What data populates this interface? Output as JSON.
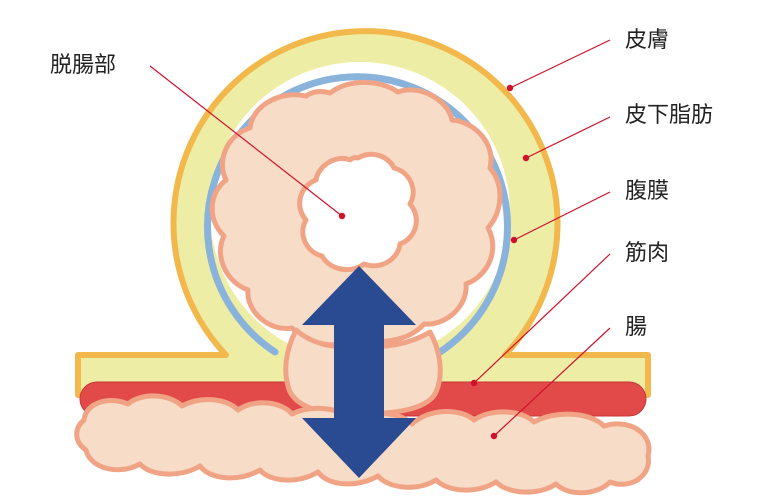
{
  "diagram": {
    "labels": {
      "dehernia": "脱腸部",
      "skin": "皮膚",
      "subcutaneous_fat": "皮下脂肪",
      "peritoneum": "腹膜",
      "muscle": "筋肉",
      "intestine": "腸"
    },
    "colors": {
      "skin_outline": "#f2b84b",
      "fat_fill": "#eeeda6",
      "peritoneum": "#8ab3dc",
      "muscle": "#e24a4a",
      "intestine_fill": "#f7dcc7",
      "intestine_outline": "#f0a485",
      "arrow": "#2a4a91",
      "leader": "#d0112b"
    }
  }
}
